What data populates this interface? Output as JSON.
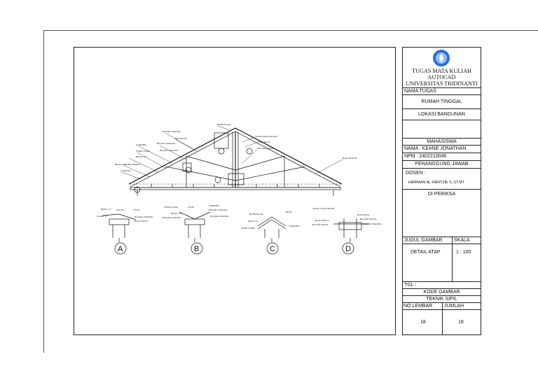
{
  "title_block": {
    "university": [
      "TUGAS MATA KULIAH",
      "AUTOCAD",
      "UNIVERSITAS TRIDINANTI"
    ],
    "nama_tugas_label": "NAMA TUGAS",
    "nama_tugas": "RUMAH TINGGAL",
    "lokasi": "LOKASI BANGUNAN",
    "mahasiswa_label": "MAHASISWA",
    "nama": "NAMA  : KEANE JONATHAN",
    "npm": "NPM   : 2402210046",
    "penanggung": "PENANGGUNG JAWAB",
    "dosen_label": "DOSEN :",
    "dosen": "HARIMAN AL FARITZIE S, ST.MT",
    "diperiksa": "DI PERIKSA",
    "judul_label": "JUDUL GAMBAR",
    "skala_label": "SKALA",
    "judul": "DETAIL ATAP",
    "skala": "1 : 100",
    "tgl": "TGL :",
    "kode_label": "KODE GAMBAR",
    "kode": "TEKNIK SIPIL",
    "no_lembar_label": "NO LEMBAR",
    "jumlah_label": "JUMLAH",
    "no_lembar": "18",
    "jumlah": "18",
    "logo_color": "#2a6fd6"
  },
  "roof": {
    "labels": {
      "bubungan": "BUBUNGAN",
      "balok_sokong_1": "BALOK SOKONG",
      "balok_sokong_2": "BALOK SOKONG",
      "balok_sokong_3": "BALOK SOKONG",
      "gording": "GORDING",
      "tupai_tupai": "TUPAI TUPAI",
      "reng": "RENG 5/3",
      "reng_dinding": "RENG DINDING/PAPAN",
      "angkur": "ANGKUR",
      "skor_plat": "SKOR PLAT",
      "tiang_kuda": "TIANG KUDA KUDA",
      "plat_baja": "PLAT BAJA",
      "balok_kunci": "BALOK KUNCI",
      "baja_beton": "BAJA BETON"
    }
  },
  "details": [
    {
      "id": "A",
      "labels": [
        "RENG 5/3",
        "TEGEL",
        "USUK",
        "KASO 5/7",
        "BALOK SOKONG",
        "BAUT BAUT"
      ]
    },
    {
      "id": "B",
      "labels": [
        "TUPAI TUPAI",
        "USUK",
        "GORDING",
        "BALOK SOKONG",
        "RENG 5/3",
        "BALOK SOKONG",
        "BALOK SOKONG"
      ]
    },
    {
      "id": "C",
      "labels": [
        "BUBUNGAN",
        "RENG",
        "RENG 5/3",
        "TUPAI TUPAI",
        "GORDING"
      ]
    },
    {
      "id": "D",
      "labels": [
        "TIANG KUDA KUDA",
        "PLAT BAJA",
        "BALOK KUNCI",
        "BAUT BAUT",
        "BALOK KUDA",
        "BALOK SOKONG"
      ]
    }
  ]
}
